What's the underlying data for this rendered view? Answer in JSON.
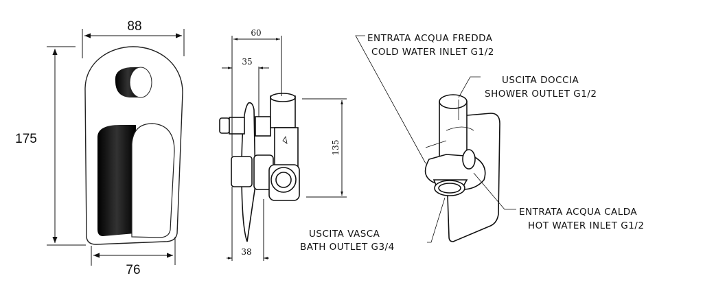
{
  "front_view": {
    "width_top": "88",
    "height": "175",
    "width_bottom": "76"
  },
  "side_view": {
    "depth_total": "60",
    "depth_inner": "35",
    "height_inlets": "135",
    "depth_bottom": "38"
  },
  "labels": {
    "cold_it": "ENTRATA ACQUA FREDDA",
    "cold_en": "COLD WATER INLET G1/2",
    "shower_it": "USCITA DOCCIA",
    "shower_en": "SHOWER OUTLET G1/2",
    "hot_it": "ENTRATA ACQUA CALDA",
    "hot_en": "HOT WATER INLET G1/2",
    "bath_it": "USCITA VASCA",
    "bath_en": "BATH OUTLET G3/4"
  },
  "colors": {
    "line": "#111111",
    "chrome_dark": "#1a1a1a"
  }
}
